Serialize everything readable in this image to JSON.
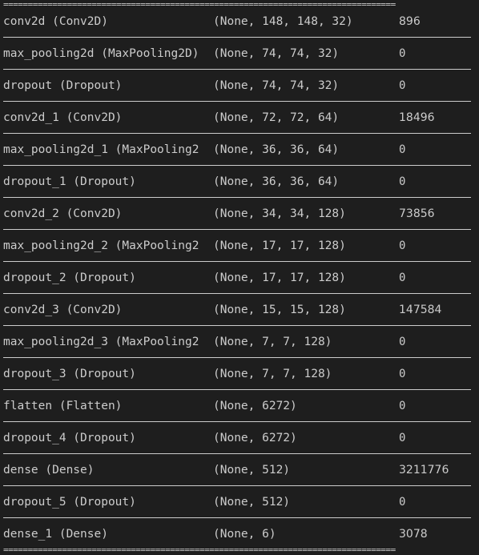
{
  "separator": "================================================================================",
  "rows": [
    {
      "layer": "conv2d (Conv2D)",
      "shape": "(None, 148, 148, 32)",
      "params": "896"
    },
    {
      "layer": "max_pooling2d (MaxPooling2D)",
      "shape": "(None, 74, 74, 32)",
      "params": "0"
    },
    {
      "layer": "dropout (Dropout)",
      "shape": "(None, 74, 74, 32)",
      "params": "0"
    },
    {
      "layer": "conv2d_1 (Conv2D)",
      "shape": "(None, 72, 72, 64)",
      "params": "18496"
    },
    {
      "layer": "max_pooling2d_1 (MaxPooling2",
      "shape": "(None, 36, 36, 64)",
      "params": "0"
    },
    {
      "layer": "dropout_1 (Dropout)",
      "shape": "(None, 36, 36, 64)",
      "params": "0"
    },
    {
      "layer": "conv2d_2 (Conv2D)",
      "shape": "(None, 34, 34, 128)",
      "params": "73856"
    },
    {
      "layer": "max_pooling2d_2 (MaxPooling2",
      "shape": "(None, 17, 17, 128)",
      "params": "0"
    },
    {
      "layer": "dropout_2 (Dropout)",
      "shape": "(None, 17, 17, 128)",
      "params": "0"
    },
    {
      "layer": "conv2d_3 (Conv2D)",
      "shape": "(None, 15, 15, 128)",
      "params": "147584"
    },
    {
      "layer": "max_pooling2d_3 (MaxPooling2",
      "shape": "(None, 7, 7, 128)",
      "params": "0"
    },
    {
      "layer": "dropout_3 (Dropout)",
      "shape": "(None, 7, 7, 128)",
      "params": "0"
    },
    {
      "layer": "flatten (Flatten)",
      "shape": "(None, 6272)",
      "params": "0"
    },
    {
      "layer": "dropout_4 (Dropout)",
      "shape": "(None, 6272)",
      "params": "0"
    },
    {
      "layer": "dense (Dense)",
      "shape": "(None, 512)",
      "params": "3211776"
    },
    {
      "layer": "dropout_5 (Dropout)",
      "shape": "(None, 512)",
      "params": "0"
    },
    {
      "layer": "dense_1 (Dense)",
      "shape": "(None, 6)",
      "params": "3078"
    }
  ]
}
